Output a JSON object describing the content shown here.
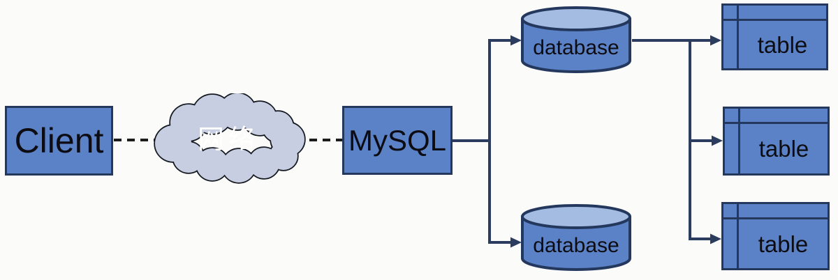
{
  "palette": {
    "node_fill": "#5b82c6",
    "node_border": "#24385e",
    "cylinder_top_fill": "#a4bce2",
    "cloud_fill": "#c7cee1",
    "cloud_border": "#14181f",
    "connector": "#2b3c5e",
    "dash": "#1c1c1c",
    "text_dark": "#0c0c12",
    "text_light": "#ffffff",
    "background": "#fbfbf9"
  },
  "nodes": {
    "client": {
      "label": "Client",
      "shape": "rectangle"
    },
    "network": {
      "label": "网络",
      "shape": "cloud"
    },
    "mysql": {
      "label": "MySQL",
      "shape": "rectangle"
    },
    "database_top": {
      "label": "database",
      "shape": "cylinder"
    },
    "database_bottom": {
      "label": "database",
      "shape": "cylinder"
    },
    "table_top": {
      "label": "table",
      "shape": "table-grid"
    },
    "table_middle": {
      "label": "table",
      "shape": "table-grid"
    },
    "table_bottom": {
      "label": "table",
      "shape": "table-grid"
    }
  },
  "edges": [
    {
      "from": "client",
      "to": "network",
      "style": "dashed"
    },
    {
      "from": "network",
      "to": "mysql",
      "style": "dashed"
    },
    {
      "from": "mysql",
      "to": "database_top",
      "style": "solid-arrow"
    },
    {
      "from": "mysql",
      "to": "database_bottom",
      "style": "solid-arrow"
    },
    {
      "from": "database_top",
      "to": "table_top",
      "style": "solid-arrow"
    },
    {
      "from": "database_top",
      "to": "table_middle",
      "style": "solid-arrow"
    },
    {
      "from": "database_top",
      "to": "table_bottom",
      "style": "solid-arrow"
    }
  ]
}
